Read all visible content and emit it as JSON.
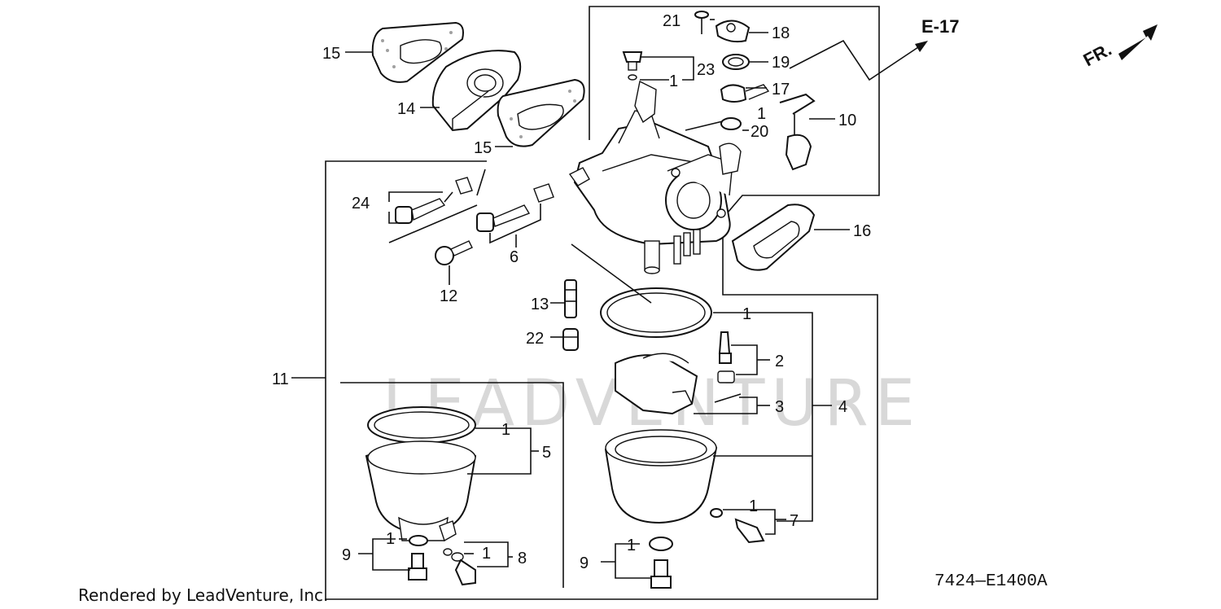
{
  "diagram": {
    "reference_code": "7424—E1400A",
    "credit": "Rendered by LeadVenture, Inc.",
    "cross_reference": "E-17",
    "direction_label": "FR.",
    "watermark": "LEADVENTURE",
    "callouts": {
      "c1_a": "1",
      "c1_b": "1",
      "c1_c": "1",
      "c1_d": "1",
      "c1_e": "1",
      "c1_f": "1",
      "c1_g": "1",
      "c1_h": "1",
      "c2": "2",
      "c3": "3",
      "c4": "4",
      "c5": "5",
      "c6": "6",
      "c7": "7",
      "c8": "8",
      "c9_a": "9",
      "c9_b": "9",
      "c10": "10",
      "c11": "11",
      "c12": "12",
      "c13": "13",
      "c14": "14",
      "c15_a": "15",
      "c15_b": "15",
      "c16": "16",
      "c17": "17",
      "c18": "18",
      "c19": "19",
      "c20": "20",
      "c21": "21",
      "c22": "22",
      "c23": "23",
      "c24": "24"
    }
  }
}
